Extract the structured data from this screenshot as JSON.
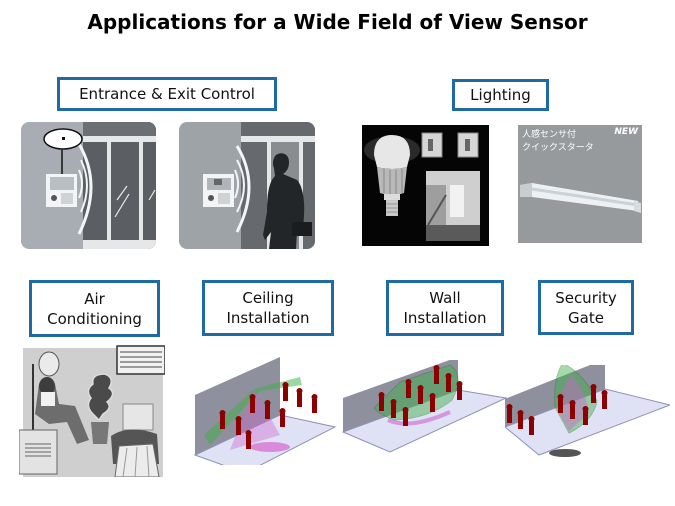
{
  "title": "Applications for a Wide Field of View Sensor",
  "categories": [
    {
      "id": "entrance",
      "label": "Entrance & Exit Control"
    },
    {
      "id": "lighting",
      "label": "Lighting"
    },
    {
      "id": "air",
      "label_line1": "Air",
      "label_line2": "Conditioning"
    },
    {
      "id": "ceiling",
      "label_line1": "Ceiling",
      "label_line2": "Installation"
    },
    {
      "id": "wall",
      "label_line1": "Wall",
      "label_line2": "Installation"
    },
    {
      "id": "security",
      "label_line1": "Security",
      "label_line2": "Gate"
    }
  ],
  "lighting_fixture_photo": {
    "caption_line1": "人感センサ付",
    "caption_line2": "クイックスタータ",
    "badge": "NEW"
  },
  "colors": {
    "box_border": "#1f6aa5",
    "person_marker": "#8b0000",
    "sensor_zone_green": "#3cb043",
    "sensor_zone_magenta": "#cc66cc"
  }
}
